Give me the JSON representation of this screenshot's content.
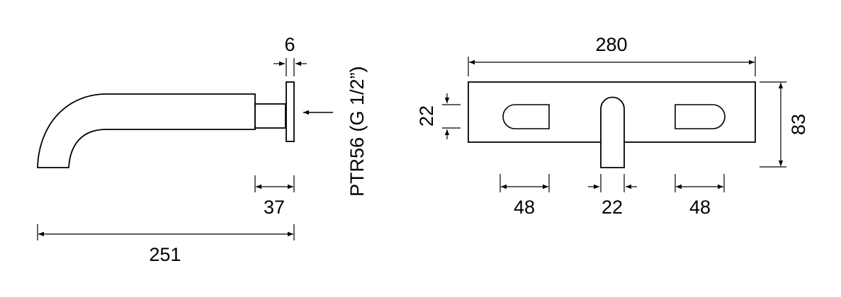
{
  "dimensions": {
    "flange_thickness": "6",
    "connection_label": "PTR56 (G 1/2”)",
    "spout_depth": "37",
    "spout_length": "251",
    "plate_width": "280",
    "plate_height": "83",
    "slot_height": "22",
    "slot_left_width": "48",
    "spout_width": "22",
    "slot_right_width": "48"
  },
  "colors": {
    "line": "#000000",
    "background": "#ffffff"
  }
}
